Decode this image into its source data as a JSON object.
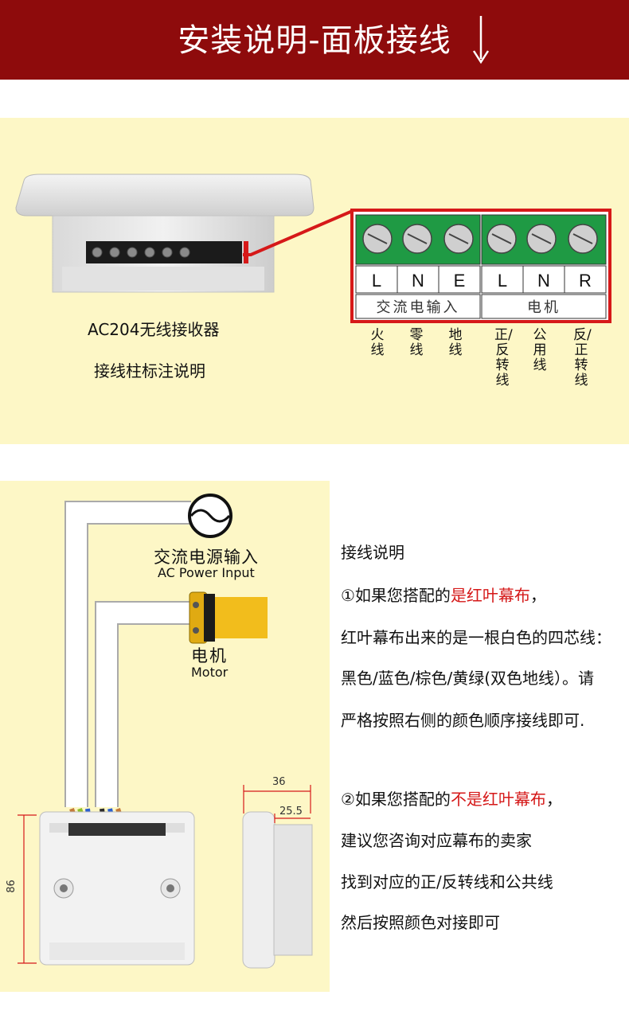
{
  "header": {
    "title": "安装说明-面板接线"
  },
  "receiver": {
    "model_label": "AC204无线接收器",
    "subtitle": "接线柱标注说明"
  },
  "terminal_block": {
    "terminals": [
      "L",
      "N",
      "E",
      "L",
      "N",
      "R"
    ],
    "groups": [
      "交流电输入",
      "电机"
    ],
    "wire_labels": [
      "火线",
      "零线",
      "地线",
      "正/反转线",
      "公用线",
      "反/正转线"
    ]
  },
  "wiring": {
    "power_label_cn": "交流电源输入",
    "power_label_en": "AC Power Input",
    "motor_label_cn": "电机",
    "motor_label_en": "Motor",
    "dim_width_total": "36",
    "dim_width_body": "25.5",
    "dim_height": "86"
  },
  "instructions": {
    "title": "接线说明",
    "p1_prefix": "①如果您搭配的",
    "p1_highlight": "是红叶幕布",
    "p1_suffix": "，",
    "p1_line2": "红叶幕布出来的是一根白色的四芯线：",
    "p1_line3": "黑色/蓝色/棕色/黄绿(双色地线）。请",
    "p1_line4": "严格按照右侧的颜色顺序接线即可.",
    "p2_prefix": "②如果您搭配的",
    "p2_highlight": "不是红叶幕布",
    "p2_suffix": "，",
    "p2_line2": "建议您咨询对应幕布的卖家",
    "p2_line3": "找到对应的正/反转线和公共线",
    "p2_line4": "然后按照颜色对接即可"
  },
  "colors": {
    "header_bg": "#8e0b0c",
    "panel_bg": "#fdf7c6",
    "terminal_green": "#1f9a44",
    "highlight_red": "#d51818",
    "motor_yellow": "#f2bd1c"
  }
}
